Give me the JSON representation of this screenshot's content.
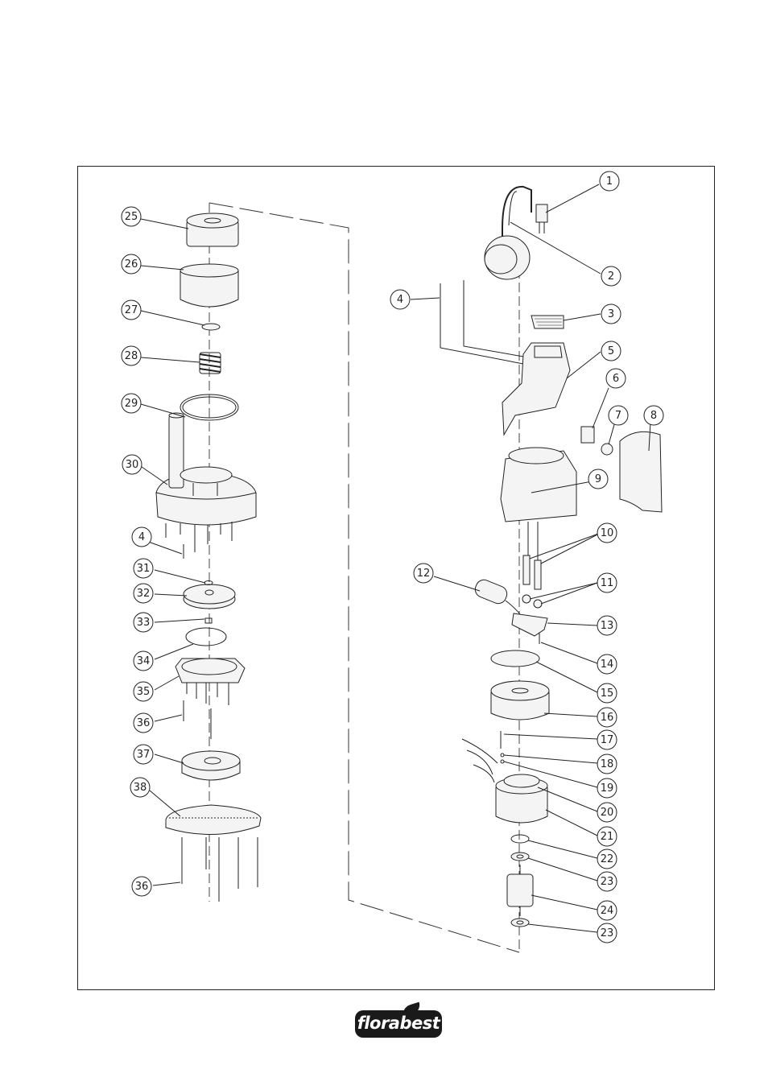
{
  "diagram": {
    "callouts_left": [
      "25",
      "26",
      "27",
      "28",
      "29",
      "30",
      "4",
      "31",
      "32",
      "33",
      "34",
      "35",
      "36",
      "37",
      "38",
      "36"
    ],
    "callouts_right": [
      "1",
      "2",
      "3",
      "4",
      "5",
      "6",
      "7",
      "8",
      "9",
      "10",
      "11",
      "12",
      "13",
      "14",
      "15",
      "16",
      "17",
      "18",
      "19",
      "20",
      "21",
      "22",
      "23",
      "24",
      "23"
    ]
  },
  "brand": {
    "logo_text": "florabest"
  },
  "colors": {
    "line": "#222222",
    "part_fill": "#f4f4f4",
    "logo_bg": "#1a1a1a"
  }
}
